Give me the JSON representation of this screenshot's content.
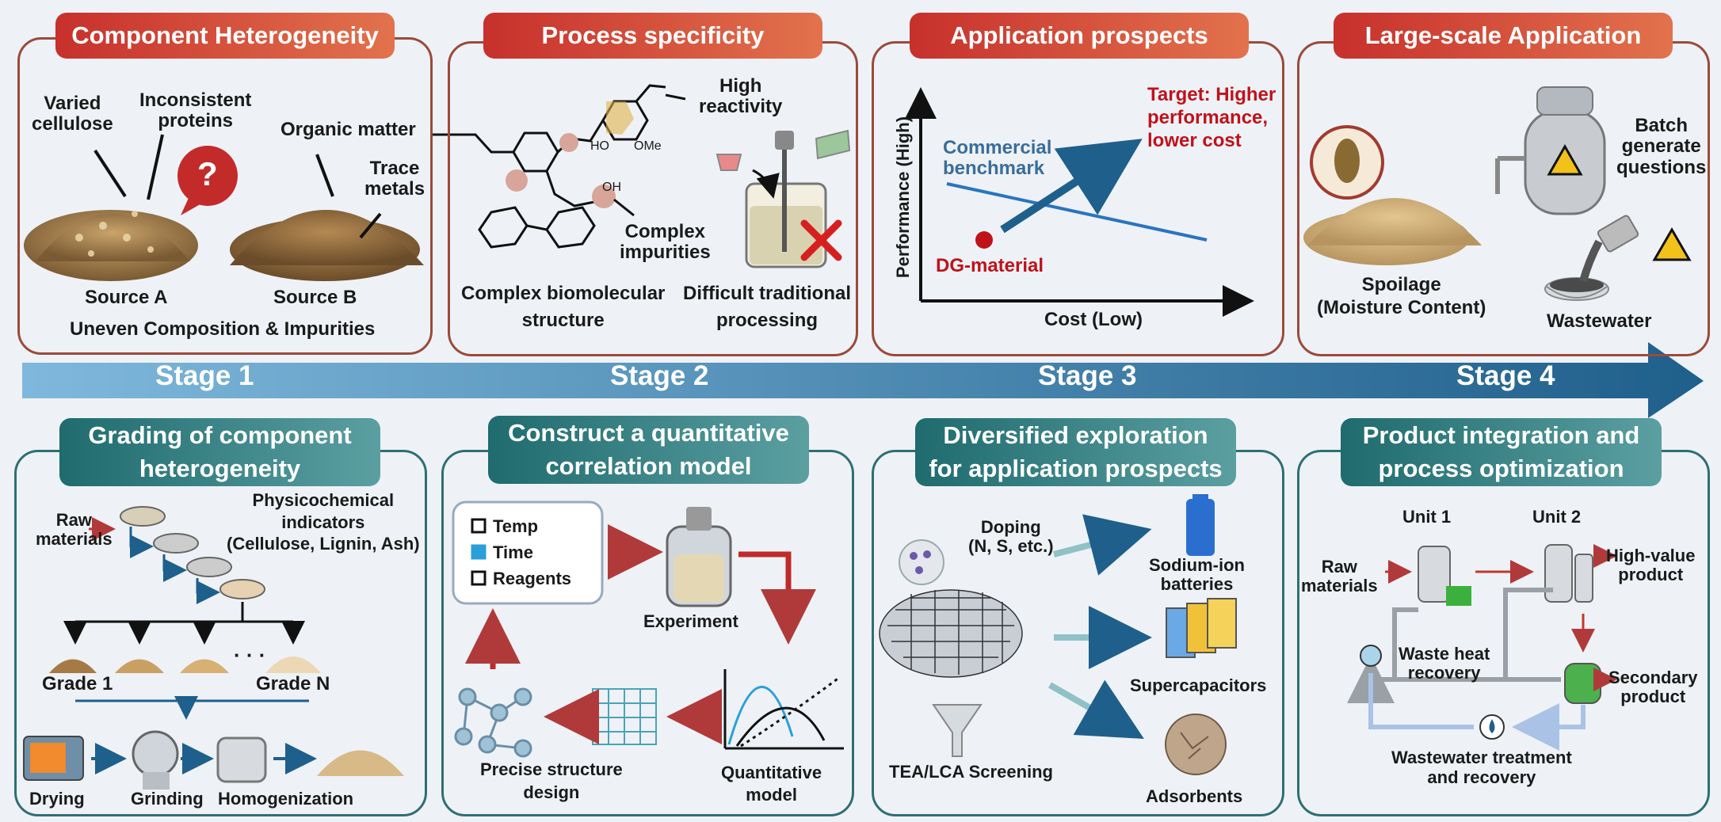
{
  "stage_bar": {
    "stages": [
      "Stage 1",
      "Stage 2",
      "Stage 3",
      "Stage 4"
    ]
  },
  "top": {
    "p1": {
      "title": "Component Heterogeneity",
      "varied": "Varied\ncellulose",
      "proteins": "Inconsistent\nproteins",
      "question": "?",
      "organic": "Organic matter",
      "trace": "Trace\nmetals",
      "source_a": "Source A",
      "source_b": "Source B",
      "caption": "Uneven Composition & Impurities"
    },
    "p2": {
      "title": "Process specificity",
      "reactivity": "High\nreactivity",
      "ho": "HO",
      "ome": "OMe",
      "oh": "OH",
      "complex_imp": "Complex\nimpurities",
      "bio": "Complex biomolecular\nstructure",
      "difficult": "Difficult traditional\nprocessing"
    },
    "p3": {
      "title": "Application prospects",
      "target": "Target: Higher\nperformance,\nlower cost",
      "commercial": "Commercial\nbenchmark",
      "dg": "DG-material",
      "ylabel": "Performance (High)",
      "xlabel": "Cost (Low)"
    },
    "p4": {
      "title": "Large-scale Application",
      "batch": "Batch\ngenerate\nquestions",
      "spoilage": "Spoilage\n(Moisture Content)",
      "wastewater": "Wastewater"
    }
  },
  "bottom": {
    "p1": {
      "title": "Grading of component\nheterogeneity",
      "raw": "Raw\nmaterials",
      "phys": "Physicochemical\nindicators\n(Cellulose, Lignin, Ash)",
      "dots": "· · ·",
      "grade1": "Grade 1",
      "gradeN": "Grade N",
      "drying": "Drying",
      "grinding": "Grinding",
      "homog": "Homogenization"
    },
    "p2": {
      "title": "Construct a quantitative\ncorrelation model",
      "temp": "Temp",
      "time": "Time",
      "reagents": "Reagents",
      "experiment": "Experiment",
      "quant": "Quantitative\nmodel",
      "precise": "Precise structure\ndesign"
    },
    "p3": {
      "title": "Diversified exploration\nfor application prospects",
      "doping": "Doping\n(N, S, etc.)",
      "sodium": "Sodium-ion\nbatteries",
      "super": "Supercapacitors",
      "adsorb": "Adsorbents",
      "tea": "TEA/LCA Screening"
    },
    "p4": {
      "title": "Product integration and\nprocess optimization",
      "unit1": "Unit 1",
      "unit2": "Unit 2",
      "raw": "Raw\nmaterials",
      "high": "High-value\nproduct",
      "waste_heat": "Waste heat\nrecovery",
      "secondary": "Secondary\nproduct",
      "wastewater": "Wastewater treatment\nand recovery"
    }
  },
  "colors": {
    "top_border": "#9b4a3a",
    "top_bg": "#fbe8df",
    "bot_border": "#2f6f73",
    "bot_bg": "#eaf3f4",
    "arrow_dark": "#1f5f8b",
    "arrow_light": "#7fb8dc",
    "red_text": "#c0121a",
    "blue_text": "#3a6d9a"
  }
}
